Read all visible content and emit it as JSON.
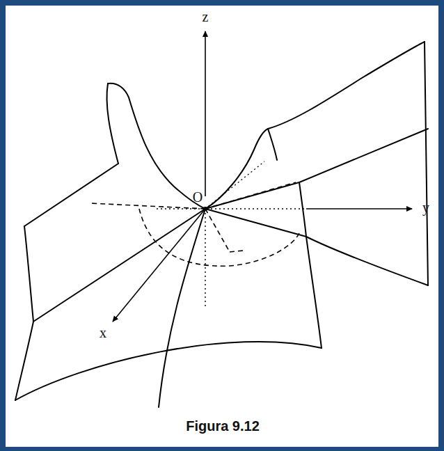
{
  "diagram": {
    "caption": "Figura 9.12",
    "labels": [
      "z",
      "O",
      "y",
      "x"
    ]
  }
}
